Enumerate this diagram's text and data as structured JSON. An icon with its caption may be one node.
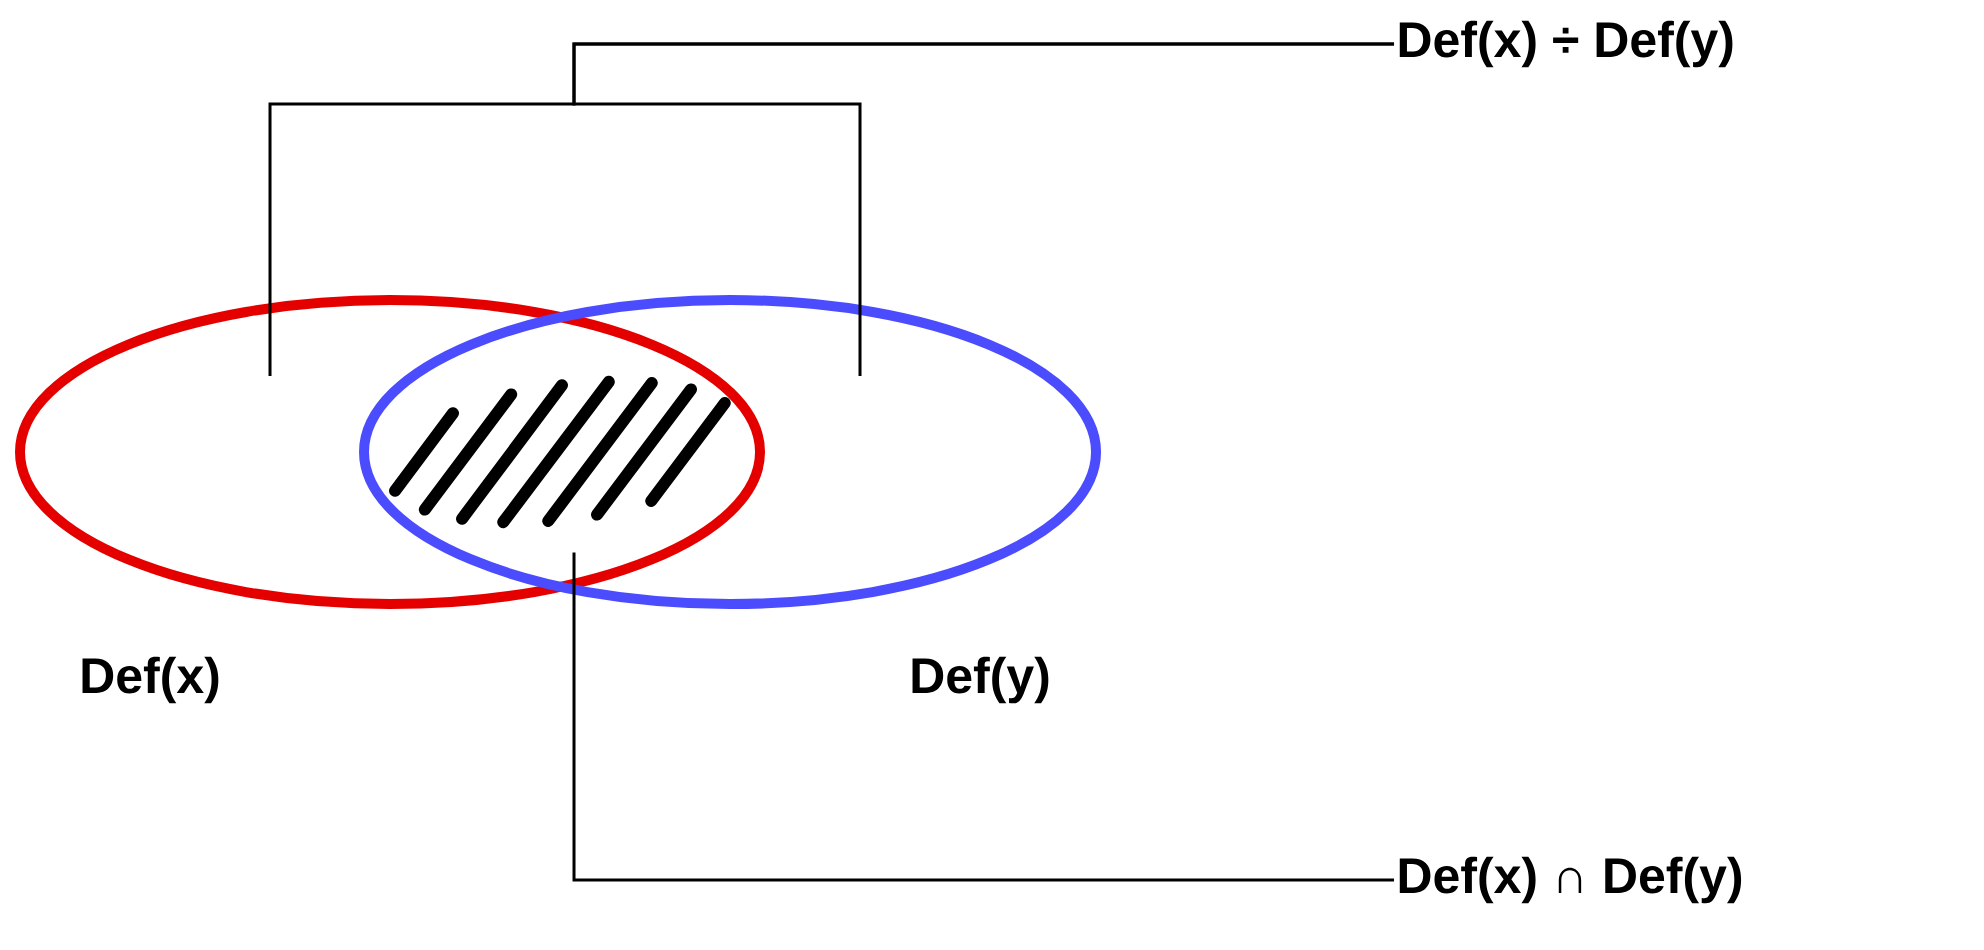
{
  "diagram": {
    "nodes": [
      {
        "text": [
          "Def(x)"
        ]
      },
      {
        "text": [
          "Def(y)"
        ]
      },
      {
        "text": [
          "Def(x) ÷ Def(y)"
        ]
      },
      {
        "text": [
          "Def(x) ∩ Def(y)"
        ]
      },
      {
        "text": [],
        "shape": "lens"
      }
    ],
    "edges": [
      {
        "from": 2,
        "to": 0,
        "arrow": "none"
      },
      {
        "from": 2,
        "to": 1,
        "arrow": "none"
      },
      {
        "from": 3,
        "to": 4,
        "arrow": "none"
      }
    ]
  }
}
